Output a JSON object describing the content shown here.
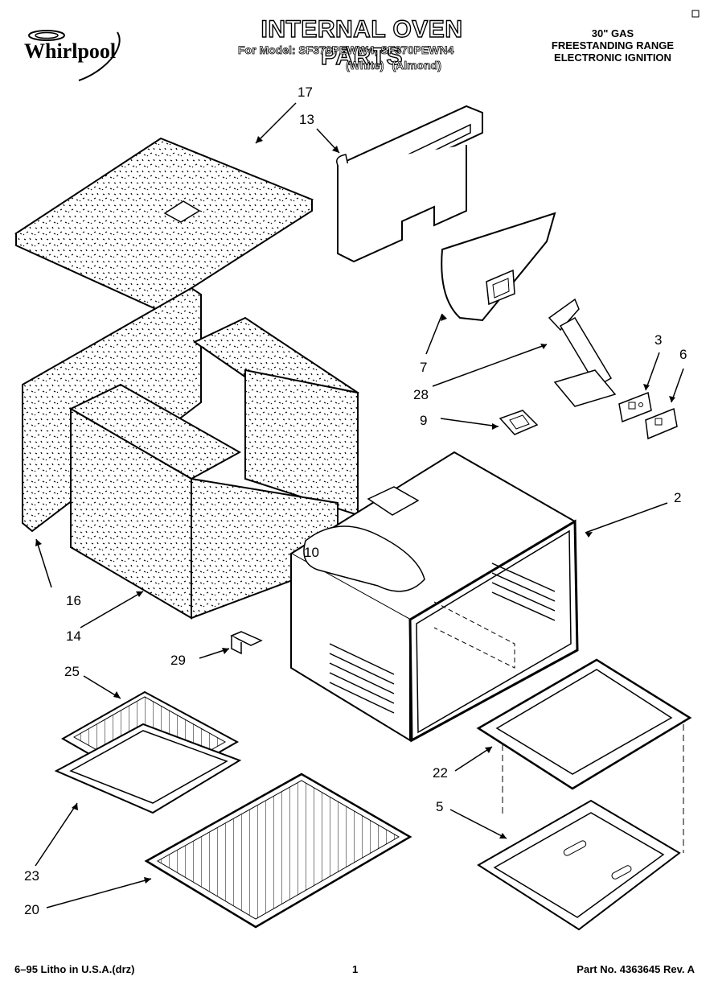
{
  "brand": "Whirlpool",
  "header": {
    "title": "INTERNAL OVEN PARTS",
    "model_line": "For Model: SF370PEWW4, SF370PEWN4",
    "colors": [
      "(White)",
      "(Almond)"
    ],
    "product_lines": [
      "30\" GAS",
      "FREESTANDING RANGE",
      "ELECTRONIC IGNITION"
    ]
  },
  "callouts": {
    "p17": "17",
    "p13": "13",
    "p7": "7",
    "p28": "28",
    "p3": "3",
    "p6": "6",
    "p9": "9",
    "p2": "2",
    "p10": "10",
    "p16": "16",
    "p14": "14",
    "p29": "29",
    "p25": "25",
    "p22": "22",
    "p5": "5",
    "p23": "23",
    "p20": "20"
  },
  "footer": {
    "left": "6–95 Litho in U.S.A.(drz)",
    "page": "1",
    "part_no": "Part No. 4363645 Rev. A"
  }
}
